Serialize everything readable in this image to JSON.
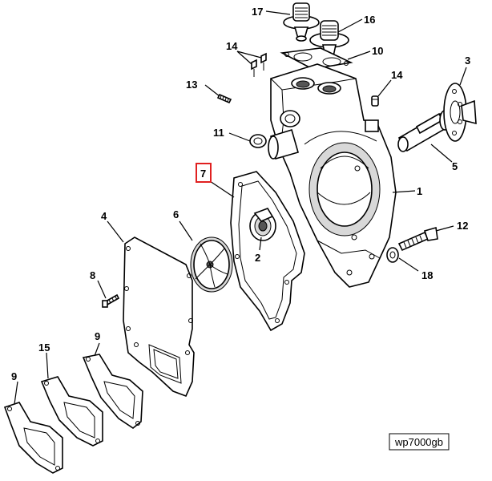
{
  "callouts": {
    "c17": "17",
    "c16": "16",
    "c14a": "14",
    "c10": "10",
    "c3": "3",
    "c13": "13",
    "c14b": "14",
    "c11": "11",
    "c5": "5",
    "c7": "7",
    "c1": "1",
    "c4": "4",
    "c6": "6",
    "c12": "12",
    "c2": "2",
    "c18": "18",
    "c8": "8",
    "c9a": "9",
    "c15": "15",
    "c9b": "9"
  },
  "highlight": {
    "label": "7",
    "color": "#e02020"
  },
  "figure_id": "wp7000gb"
}
